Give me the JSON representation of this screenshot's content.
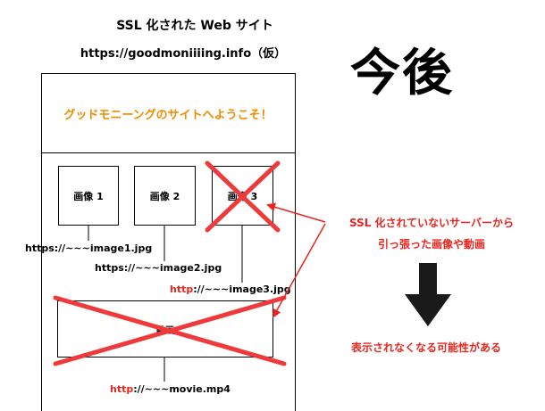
{
  "header": {
    "title": "SSL 化された Web サイト",
    "url": "https://goodmoniiiing.info（仮）"
  },
  "page": {
    "welcome": "グッドモニーングのサイトへようこそ！"
  },
  "items": {
    "image1": {
      "label": "画像 1",
      "src": "https://~~~image1.jpg"
    },
    "image2": {
      "label": "画像 2",
      "src": "https://~~~image2.jpg"
    },
    "image3": {
      "label": "画像 3",
      "proto": "http",
      "rest": "://~~~image3.jpg"
    },
    "movie": {
      "label": "動画",
      "proto": "http",
      "rest": "://~~~movie.mp4"
    }
  },
  "right": {
    "heading": "今後",
    "note_line1": "SSL 化されていないサーバーから",
    "note_line2": "引っ張った画像や動画",
    "conclusion": "表示されなくなる可能性がある"
  },
  "colors": {
    "accent_red": "#e8261f",
    "welcome_orange": "#f08c00",
    "cross_red": "#ee3a3a",
    "down_arrow": "#1a1a1a"
  },
  "icons": {
    "cross": "x-mark-icon",
    "pointer": "arrow-icon",
    "down": "down-arrow-icon"
  }
}
